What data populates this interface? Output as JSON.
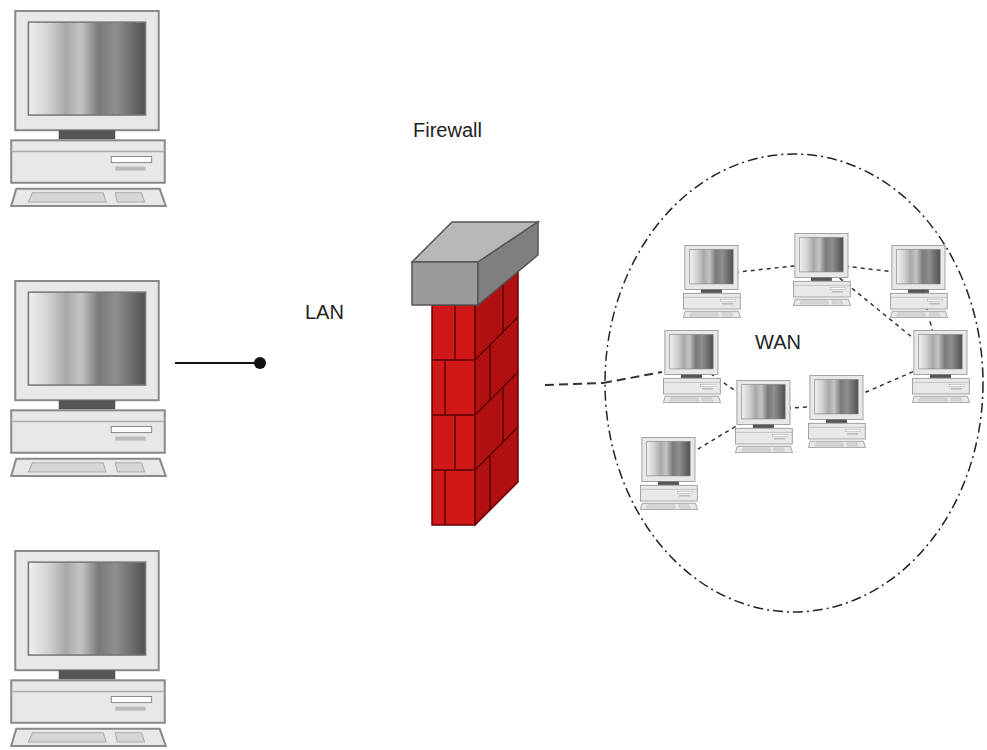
{
  "diagram": {
    "nodes": [
      {
        "text": [
          "Firewall"
        ]
      },
      {
        "text": [
          "WAN"
        ]
      }
    ],
    "edges": [
      {
        "from": 0,
        "to": 1,
        "arrow": "none"
      }
    ],
    "labels": [
      "LAN"
    ]
  }
}
